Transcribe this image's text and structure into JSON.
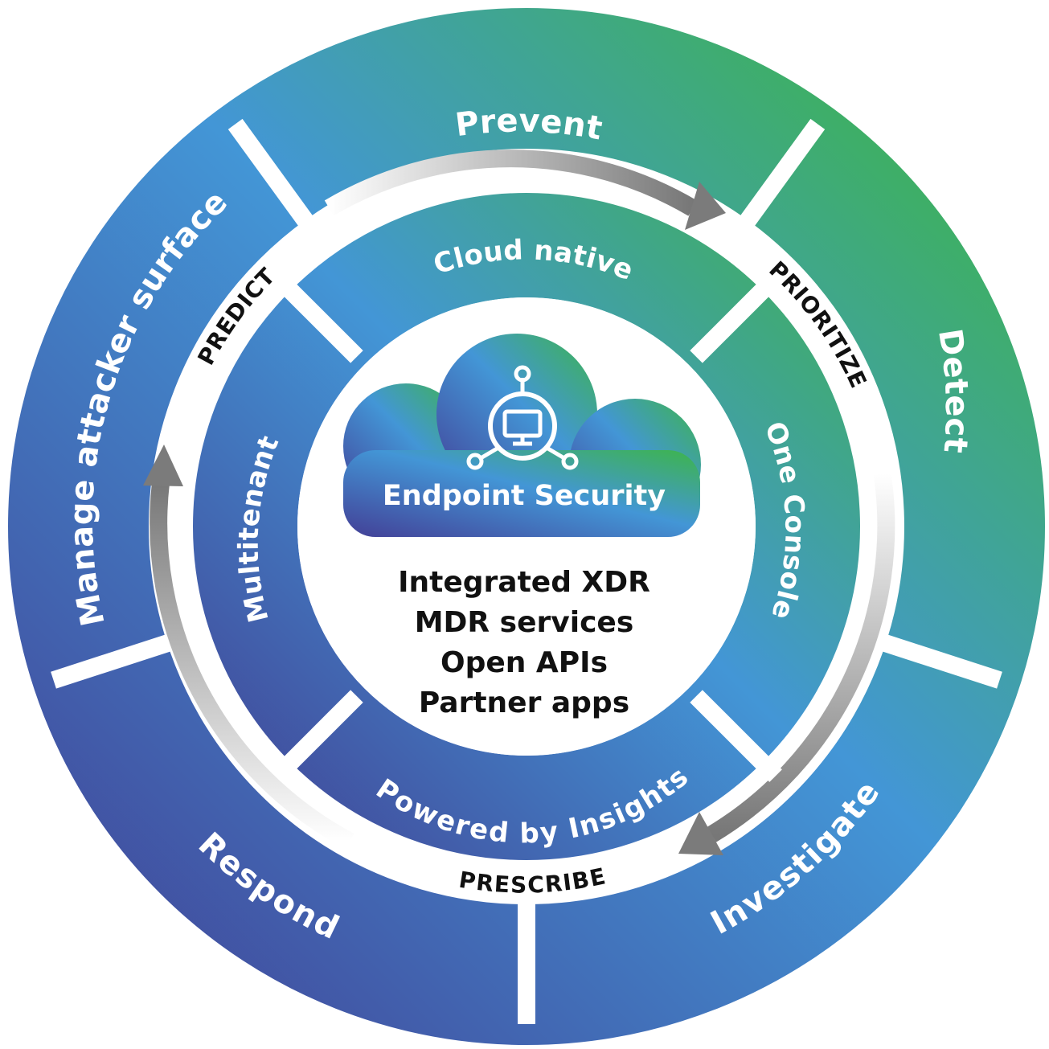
{
  "diagram": {
    "outer_ring": [
      {
        "label": "Prevent"
      },
      {
        "label": "Detect"
      },
      {
        "label": "Investigate"
      },
      {
        "label": "Respond"
      },
      {
        "label": "Manage attacker surface"
      }
    ],
    "phases": [
      {
        "label": "PREDICT"
      },
      {
        "label": "PRIORITIZE"
      },
      {
        "label": "PRESCRIBE"
      }
    ],
    "inner_ring": [
      {
        "label": "Cloud native"
      },
      {
        "label": "One Console"
      },
      {
        "label": "Powered by Insights"
      },
      {
        "label": "Multitenant"
      }
    ],
    "center": {
      "title": "Endpoint Security",
      "icon": "monitor-network-icon",
      "capabilities": [
        "Integrated XDR",
        "MDR services",
        "Open APIs",
        "Partner apps"
      ]
    },
    "colors": {
      "green": "#3db54a",
      "blue": "#4396d6",
      "indigo": "#41499a",
      "arrow": "#7b7b7b"
    }
  }
}
